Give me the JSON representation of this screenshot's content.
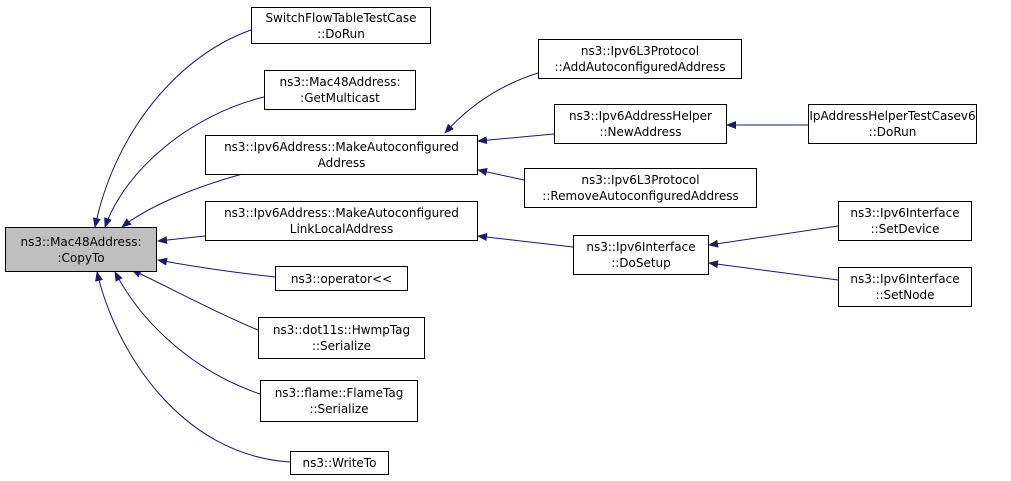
{
  "colors": {
    "edge": "#191970",
    "root_fill": "#bfbfbf",
    "node_fill": "#ffffff",
    "border": "#000000"
  },
  "nodes": {
    "root": {
      "line1": "ns3::Mac48Address:",
      "line2": ":CopyTo"
    },
    "switchflow": {
      "line1": "SwitchFlowTableTestCase",
      "line2": "::DoRun"
    },
    "getmulticast": {
      "line1": "ns3::Mac48Address:",
      "line2": ":GetMulticast"
    },
    "makeauto": {
      "line1": "ns3::Ipv6Address::MakeAutoconfigured",
      "line2": "Address"
    },
    "makeautolinklocal": {
      "line1": "ns3::Ipv6Address::MakeAutoconfigured",
      "line2": "LinkLocalAddress"
    },
    "operator": {
      "line1": "ns3::operator<<"
    },
    "hwmptag": {
      "line1": "ns3::dot11s::HwmpTag",
      "line2": "::Serialize"
    },
    "flametag": {
      "line1": "ns3::flame::FlameTag",
      "line2": "::Serialize"
    },
    "writeto": {
      "line1": "ns3::WriteTo"
    },
    "addauto": {
      "line1": "ns3::Ipv6L3Protocol",
      "line2": "::AddAutoconfiguredAddress"
    },
    "newaddress": {
      "line1": "ns3::Ipv6AddressHelper",
      "line2": "::NewAddress"
    },
    "removeauto": {
      "line1": "ns3::Ipv6L3Protocol",
      "line2": "::RemoveAutoconfiguredAddress"
    },
    "dosetup": {
      "line1": "ns3::Ipv6Interface",
      "line2": "::DoSetup"
    },
    "iphelpertest": {
      "line1": "IpAddressHelperTestCasev6",
      "line2": "::DoRun"
    },
    "setdevice": {
      "line1": "ns3::Ipv6Interface",
      "line2": "::SetDevice"
    },
    "setnode": {
      "line1": "ns3::Ipv6Interface",
      "line2": "::SetNode"
    }
  }
}
